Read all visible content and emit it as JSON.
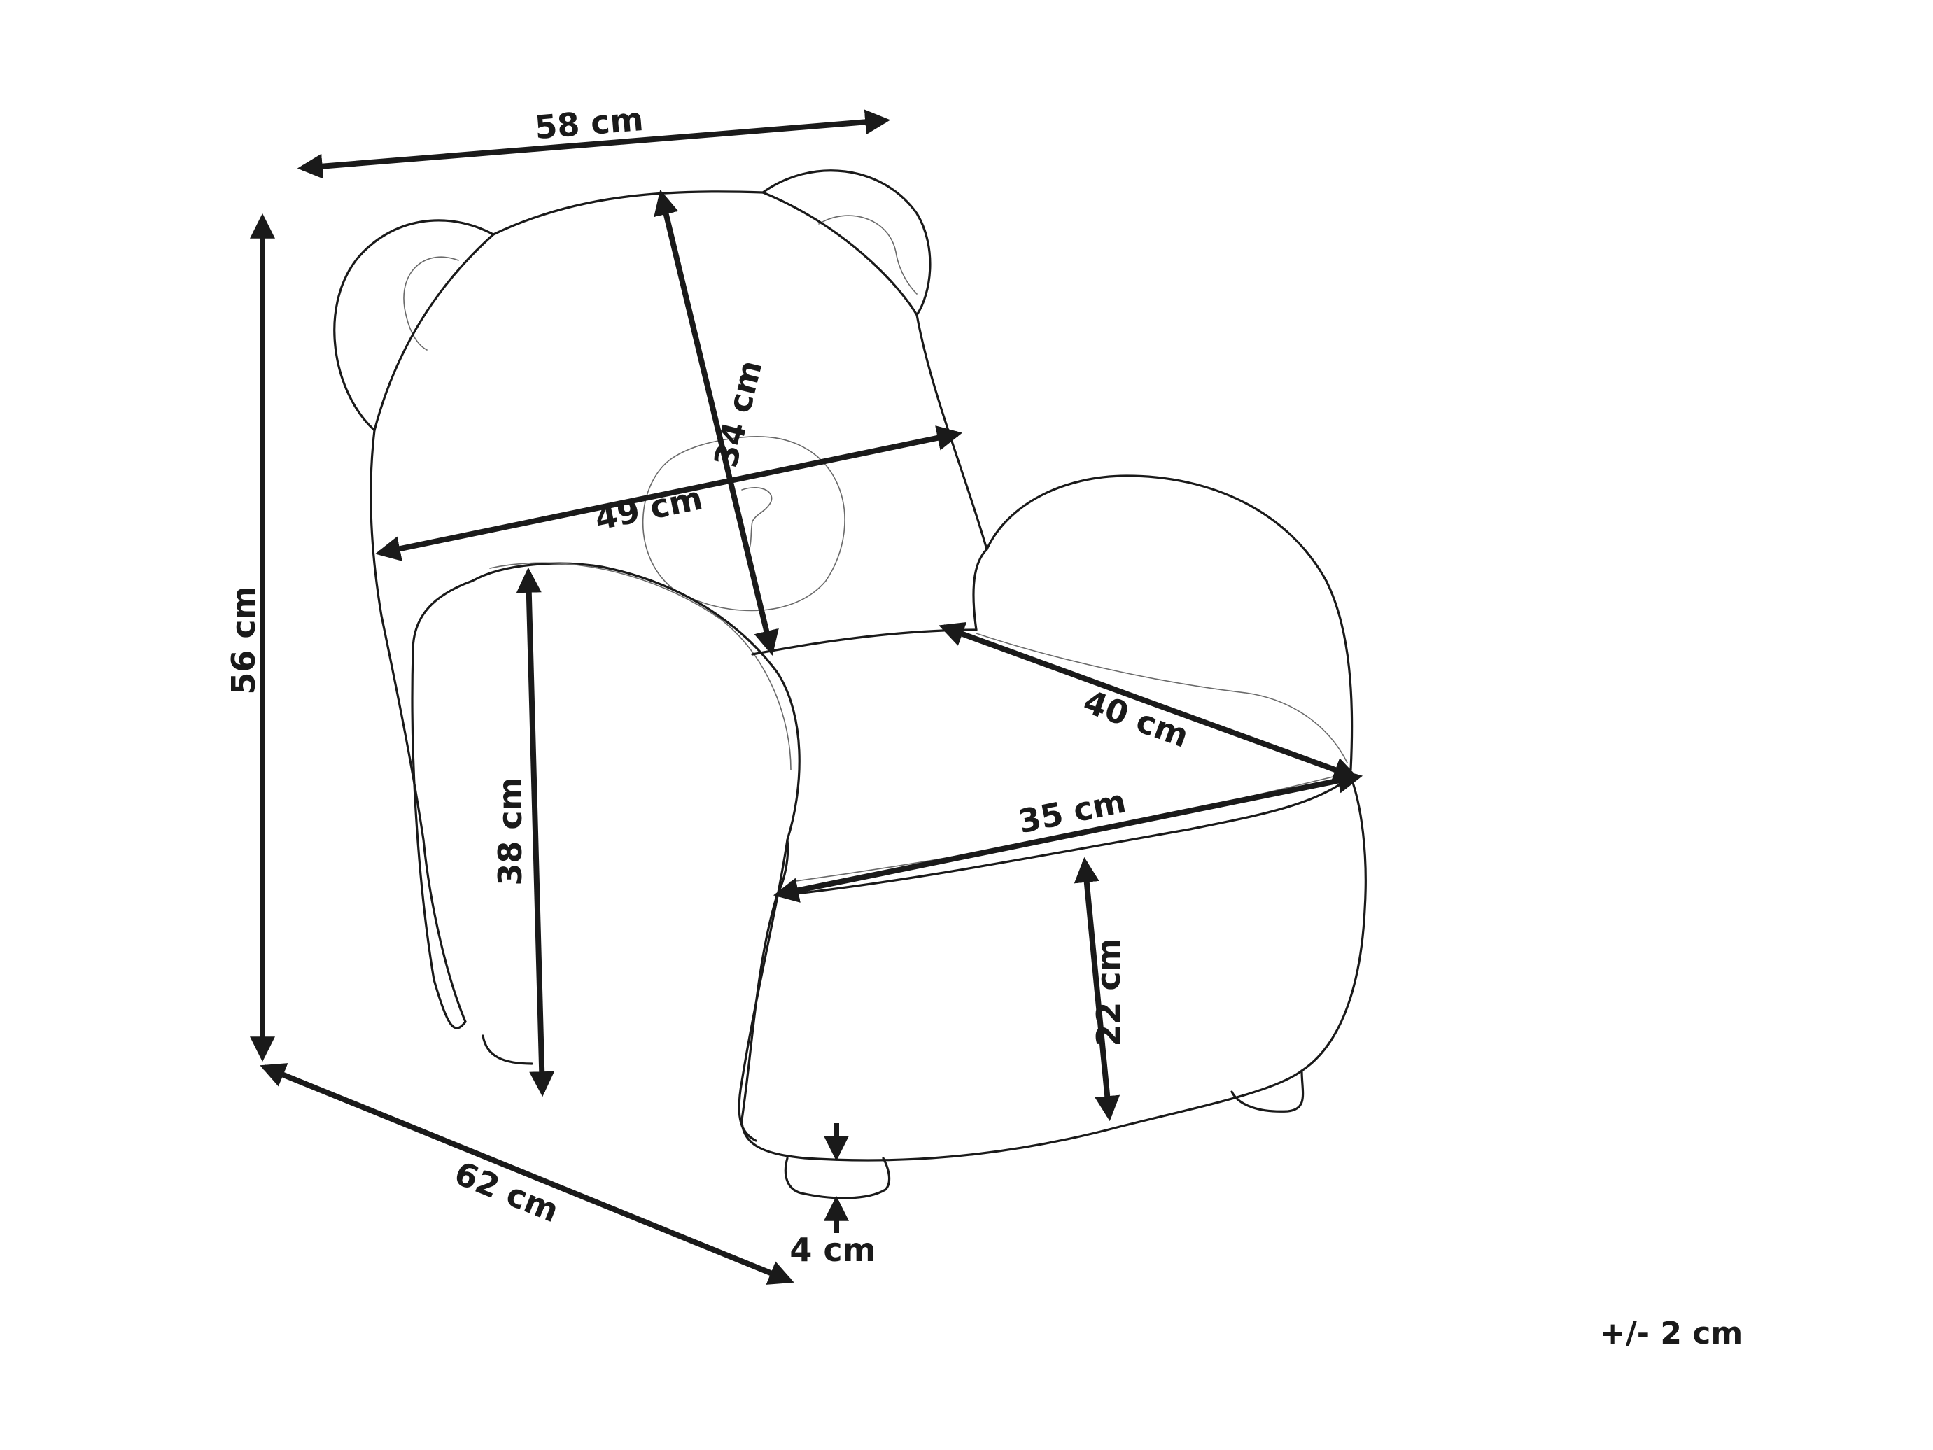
{
  "dimensions": {
    "width_top": "58 cm",
    "height_total": "56 cm",
    "depth": "62 cm",
    "backrest_height": "34 cm",
    "backrest_width": "49 cm",
    "armrest_height": "38 cm",
    "seat_depth": "40 cm",
    "seat_width": "35 cm",
    "seat_height": "22 cm",
    "leg_height": "4 cm"
  },
  "tolerance": "+/- 2 cm",
  "colors": {
    "ink": "#1a1a1a",
    "background": "#ffffff"
  }
}
